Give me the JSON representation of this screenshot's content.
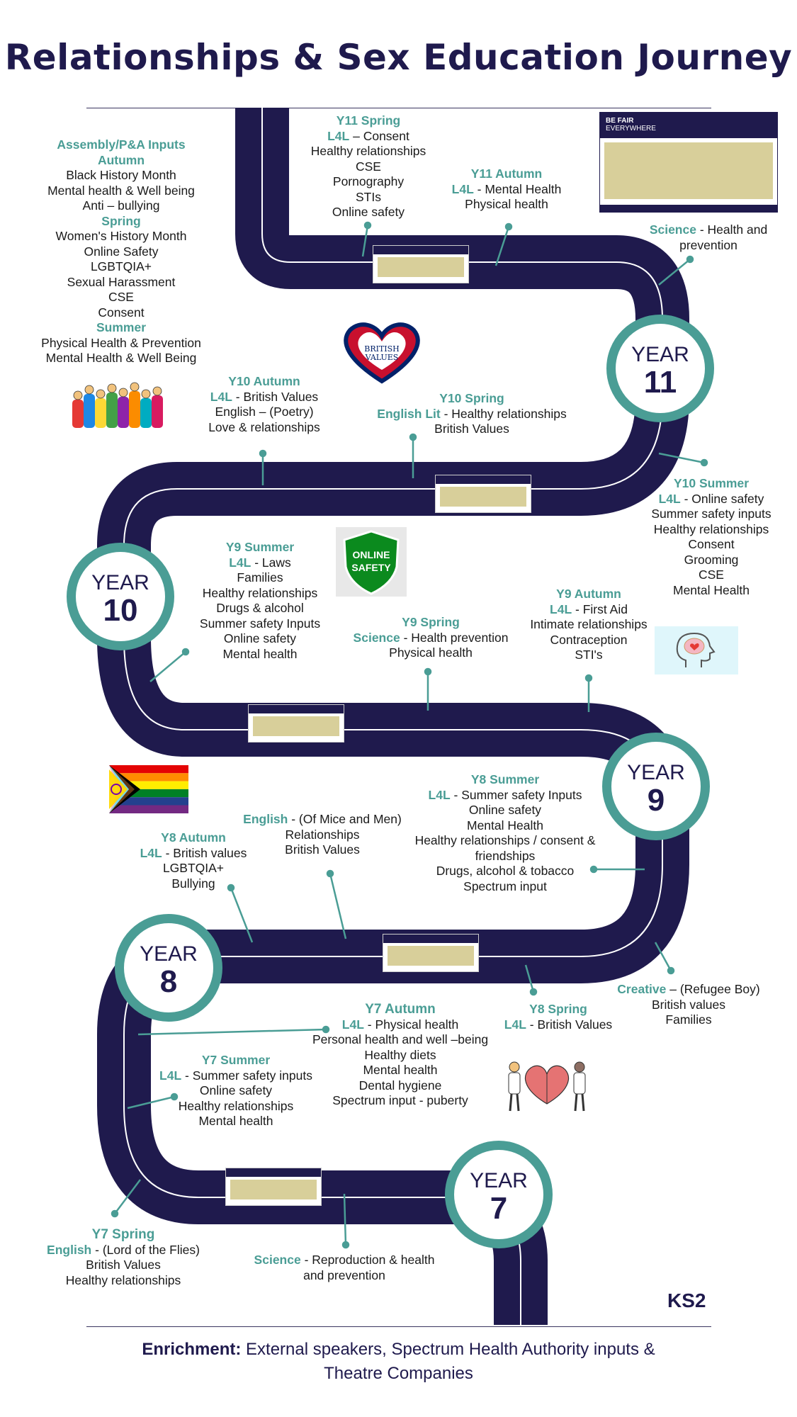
{
  "title": "Relationships & Sex Education Journey",
  "colors": {
    "road": "#1f1a4d",
    "accent": "#4a9d95",
    "heading": "#1f1a4d"
  },
  "years": [
    {
      "label": "YEAR",
      "num": "11"
    },
    {
      "label": "YEAR",
      "num": "10"
    },
    {
      "label": "YEAR",
      "num": "9"
    },
    {
      "label": "YEAR",
      "num": "8"
    },
    {
      "label": "YEAR",
      "num": "7"
    }
  ],
  "assembly": {
    "heading": "Assembly/P&A Inputs",
    "autumn": {
      "label": "Autumn",
      "items": [
        "Black History Month",
        "Mental health & Well being",
        "Anti – bullying"
      ]
    },
    "spring": {
      "label": "Spring",
      "items": [
        "Women's History Month",
        "Online Safety",
        "LGBTQIA+",
        "Sexual Harassment",
        "CSE",
        "Consent"
      ]
    },
    "summer": {
      "label": "Summer",
      "items": [
        "Physical Health & Prevention",
        "Mental Health & Well Being"
      ]
    }
  },
  "y11_spring": {
    "title": "Y11 Spring",
    "l4l": "L4L",
    "sep": " – ",
    "first": "Consent",
    "items": [
      "Healthy relationships",
      "CSE",
      "Pornography",
      "STIs",
      "Online safety"
    ]
  },
  "y11_autumn": {
    "title": "Y11 Autumn",
    "l4l": "L4L",
    "sep": " - ",
    "first": "Mental Health",
    "items": [
      "Physical health"
    ]
  },
  "y11_science": {
    "subject": "Science",
    "sep": " - ",
    "text": "Health and",
    "items": [
      "prevention"
    ]
  },
  "y10_autumn": {
    "title": "Y10 Autumn",
    "l4l": "L4L",
    "sep": " - ",
    "first": "British Values",
    "items": [
      "English – (Poetry)",
      "Love & relationships"
    ]
  },
  "y10_spring": {
    "title": "Y10 Spring",
    "subject": "English Lit",
    "sep": " - ",
    "first": "Healthy relationships",
    "items": [
      "British Values"
    ]
  },
  "y10_summer": {
    "title": "Y10 Summer",
    "l4l": "L4L",
    "sep": " - ",
    "first": "Online safety",
    "items": [
      "Summer safety inputs",
      "Healthy relationships",
      "Consent",
      "Grooming",
      "CSE",
      "Mental Health"
    ]
  },
  "y9_summer": {
    "title": "Y9 Summer",
    "l4l": "L4L",
    "sep": " - ",
    "first": "Laws",
    "items": [
      "Families",
      "Healthy relationships",
      "Drugs & alcohol",
      "Summer safety Inputs",
      "Online safety",
      "Mental health"
    ]
  },
  "y9_spring": {
    "title": "Y9 Spring",
    "subject": "Science",
    "sep": " - ",
    "first": "Health prevention",
    "items": [
      "Physical health"
    ]
  },
  "y9_autumn": {
    "title": "Y9 Autumn",
    "l4l": "L4L",
    "sep": " - ",
    "first": "First Aid",
    "items": [
      "Intimate relationships",
      "Contraception",
      "STI's"
    ]
  },
  "y8_summer": {
    "title": "Y8 Summer",
    "l4l": "L4L",
    "sep": " - ",
    "first": "Summer safety Inputs",
    "items": [
      "Online safety",
      "Mental Health",
      "Healthy relationships / consent &",
      "friendships",
      "Drugs, alcohol & tobacco",
      "Spectrum input"
    ]
  },
  "y8_english": {
    "subject": "English",
    "sep": " - ",
    "first": "(Of Mice and Men)",
    "items": [
      "Relationships",
      "British Values"
    ]
  },
  "y8_autumn": {
    "title": "Y8 Autumn",
    "l4l": "L4L",
    "sep": " - ",
    "first": "British values",
    "items": [
      "LGBTQIA+",
      "Bullying"
    ]
  },
  "y8_creative": {
    "subject": "Creative",
    "sep": " – ",
    "first": "(Refugee Boy)",
    "items": [
      "British values",
      "Families"
    ]
  },
  "y8_spring": {
    "title": "Y8 Spring",
    "l4l": "L4L",
    "sep": " - ",
    "first": "British Values"
  },
  "y7_autumn": {
    "title": "Y7 Autumn",
    "l4l": "L4L",
    "sep": " - ",
    "first": "Physical health",
    "items": [
      "Personal health and well –being",
      "Healthy diets",
      "Mental health",
      "Dental hygiene",
      "Spectrum input - puberty"
    ]
  },
  "y7_summer": {
    "title": "Y7 Summer",
    "l4l": "L4L",
    "sep": " - ",
    "first": "Summer safety inputs",
    "items": [
      "Online safety",
      "Healthy relationships",
      "Mental health"
    ]
  },
  "y7_spring": {
    "title": "Y7 Spring",
    "subject": "English",
    "sep": " - ",
    "first": "(Lord of the Flies)",
    "items": [
      "British Values",
      "Healthy relationships"
    ]
  },
  "y7_science": {
    "subject": "Science",
    "sep": " - ",
    "first": "Reproduction & health",
    "items": [
      "and prevention"
    ]
  },
  "badges": {
    "online_safety": [
      "ONLINE",
      "SAFETY"
    ],
    "british_values": [
      "BRITISH",
      "VALUES"
    ]
  },
  "poster": {
    "brand": [
      "BE FAIR",
      "EVERYWHERE"
    ]
  },
  "ks": "KS2",
  "enrichment": {
    "label": "Enrichment:",
    "text": "External speakers, Spectrum Health Authority inputs &",
    "text2": "Theatre Companies"
  }
}
